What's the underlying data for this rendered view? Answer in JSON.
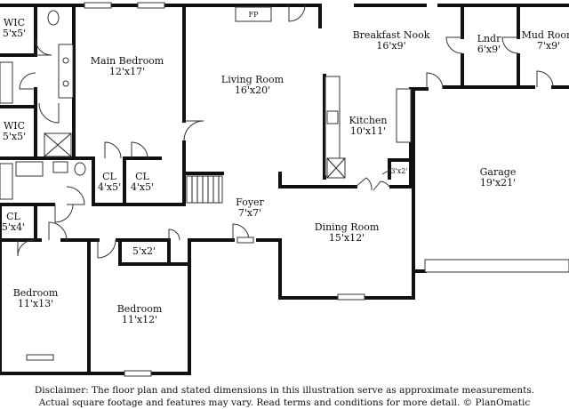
{
  "rooms": [
    {
      "id": "wic1",
      "name": "WIC",
      "dims": "5'x5'"
    },
    {
      "id": "main-bedroom",
      "name": "Main Bedroom",
      "dims": "12'x17'"
    },
    {
      "id": "fp",
      "name": "FP",
      "dims": ""
    },
    {
      "id": "living-room",
      "name": "Living Room",
      "dims": "16'x20'"
    },
    {
      "id": "breakfast-nook",
      "name": "Breakfast Nook",
      "dims": "16'x9'"
    },
    {
      "id": "laundry",
      "name": "Lndr",
      "dims": "6'x9'"
    },
    {
      "id": "mud-room",
      "name": "Mud Room",
      "dims": "7'x9'"
    },
    {
      "id": "kitchen",
      "name": "Kitchen",
      "dims": "10'x11'"
    },
    {
      "id": "wic2",
      "name": "WIC",
      "dims": "5'x5'"
    },
    {
      "id": "cl1",
      "name": "CL",
      "dims": "4'x5'"
    },
    {
      "id": "cl2",
      "name": "CL",
      "dims": "4'x5'"
    },
    {
      "id": "pantry",
      "name": "",
      "dims": "3'x2'"
    },
    {
      "id": "garage",
      "name": "Garage",
      "dims": "19'x21'"
    },
    {
      "id": "cl3",
      "name": "CL",
      "dims": "5'x4'"
    },
    {
      "id": "foyer",
      "name": "Foyer",
      "dims": "7'x7'"
    },
    {
      "id": "dining-room",
      "name": "Dining Room",
      "dims": "15'x12'"
    },
    {
      "id": "closet-5x2",
      "name": "",
      "dims": "5'x2'"
    },
    {
      "id": "bedroom1",
      "name": "Bedroom",
      "dims": "11'x13'"
    },
    {
      "id": "bedroom2",
      "name": "Bedroom",
      "dims": "11'x12'"
    }
  ],
  "disclaimer": {
    "line1": "Disclaimer: The floor plan and stated dimensions in this illustration serve as approximate measurements.",
    "line2": "Actual square footage and features may vary. Read terms and conditions for more detail. © PlanOmatic"
  }
}
